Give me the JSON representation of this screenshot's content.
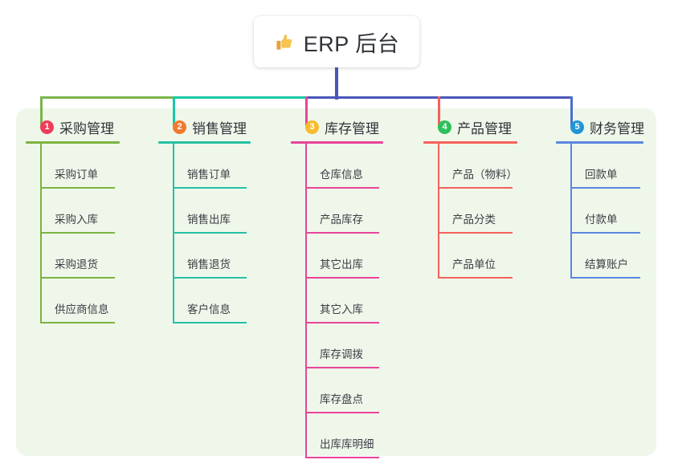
{
  "root": {
    "icon": "thumbs-up-icon",
    "emoji": "👍",
    "title": "ERP 后台"
  },
  "panel": {
    "background_color": "#eff7ea"
  },
  "connector": {
    "stem_color": "#4a56b8",
    "bar_segment_colors": [
      "#79b548",
      "#19c8a6",
      "#4a56b8",
      "#4a56b8",
      "#4a56b8"
    ],
    "drop_colors": [
      "#79b548",
      "#19c8a6",
      "#e8449a",
      "#f4615c",
      "#4a6fd0"
    ]
  },
  "columns": [
    {
      "index": "1",
      "title": "采购管理",
      "badge_color": "#ee3d5c",
      "line_color": "#7cb342",
      "items": [
        "采购订单",
        "采购入库",
        "采购退货",
        "供应商信息"
      ]
    },
    {
      "index": "2",
      "title": "销售管理",
      "badge_color": "#f07a2e",
      "line_color": "#26bfa5",
      "items": [
        "销售订单",
        "销售出库",
        "销售退货",
        "客户信息"
      ]
    },
    {
      "index": "3",
      "title": "库存管理",
      "badge_color": "#f5bc30",
      "line_color": "#e8449a",
      "items": [
        "仓库信息",
        "产品库存",
        "其它出库",
        "其它入库",
        "库存调拨",
        "库存盘点",
        "出库库明细"
      ]
    },
    {
      "index": "4",
      "title": "产品管理",
      "badge_color": "#2ec05c",
      "line_color": "#f4615c",
      "items": [
        "产品（物料）",
        "产品分类",
        "产品单位"
      ]
    },
    {
      "index": "5",
      "title": "财务管理",
      "badge_color": "#2196d6",
      "line_color": "#5b86e0",
      "items": [
        "回款单",
        "付款单",
        "结算账户"
      ]
    }
  ]
}
